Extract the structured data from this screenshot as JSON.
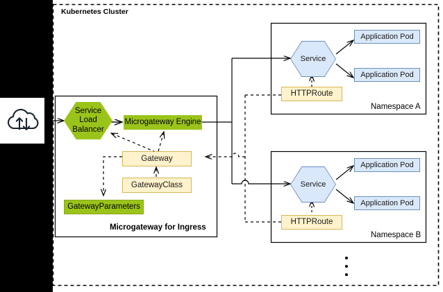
{
  "diagram": {
    "title": "Kubernetes Cluster",
    "type": "architecture-diagram"
  },
  "cluster": {
    "label": "Kubernetes Cluster",
    "border_style": "dashed",
    "border_color": "#000000"
  },
  "external": {
    "icon": "cloud-upload-download-icon",
    "band_color": "#000000",
    "icon_color": "#1a2332"
  },
  "microgateway": {
    "label": "Microgateway for Ingress",
    "nodes": {
      "load_balancer": "Service\nLoad\nBalancer",
      "load_balancer_lines": [
        "Service",
        "Load",
        "Balancer"
      ],
      "engine": "Microgateway Engine",
      "gateway": "Gateway",
      "gateway_class": "GatewayClass",
      "gateway_parameters": "GatewayParameters"
    },
    "colors": {
      "green": "#9ac41a",
      "cream_fill": "#fff2cc",
      "cream_border": "#d6b656"
    }
  },
  "namespaces": [
    {
      "label": "Namespace A",
      "service": "Service",
      "http_route": "HTTPRoute",
      "pods": [
        "Application Pod",
        "Application Pod"
      ]
    },
    {
      "label": "Namespace B",
      "service": "Service",
      "http_route": "HTTPRoute",
      "pods": [
        "Application Pod",
        "Application Pod"
      ]
    }
  ],
  "overflow_indicator": {
    "glyph": "vertical-ellipsis",
    "dots": 3
  },
  "palette": {
    "service_fill": "#dae8fc",
    "service_border": "#6c8ebf",
    "pod_fill": "#dae8fc",
    "pod_border": "#6c8ebf",
    "route_fill": "#fff2cc",
    "route_border": "#d6b656",
    "accent_green": "#9ac41a",
    "line": "#000000"
  }
}
